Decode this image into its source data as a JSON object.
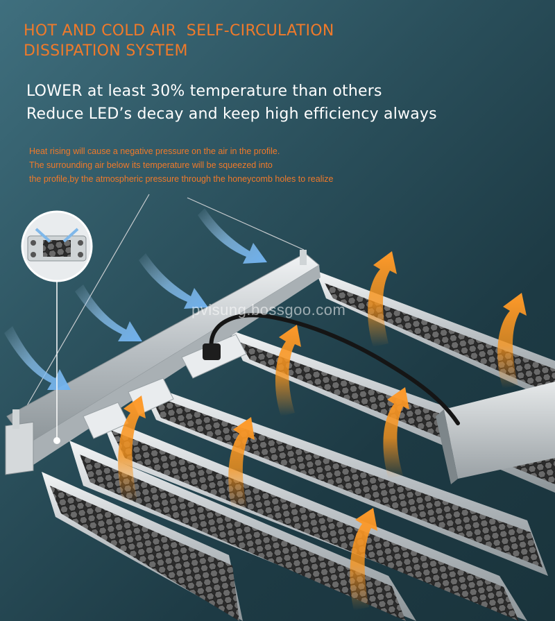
{
  "headline": {
    "line1": "HOT AND COLD AIR  SELF-CIRCULATION",
    "line2": "DISSIPATION SYSTEM"
  },
  "subheadline": {
    "line1": "LOWER at least 30% temperature than others",
    "line2": "Reduce LED’s decay and keep high efficiency always"
  },
  "description": {
    "line1": "Heat rising will cause a negative pressure on the air in the profile.",
    "line2": "The surrounding air below its temperature will be squeezed into",
    "line3": "the profile,by the atmospheric pressure through the honeycomb holes to realize"
  },
  "watermark": "pvisung.bossgoo.com",
  "colors": {
    "accent_orange": "#f07a2a",
    "cool_blue": "#7fb8ea",
    "background_dark": "#1d3a44"
  },
  "icons": [
    "cold-air-arrow-icon",
    "hot-air-arrow-icon",
    "honeycomb-detail-magnifier",
    "power-cable",
    "driver-box"
  ]
}
